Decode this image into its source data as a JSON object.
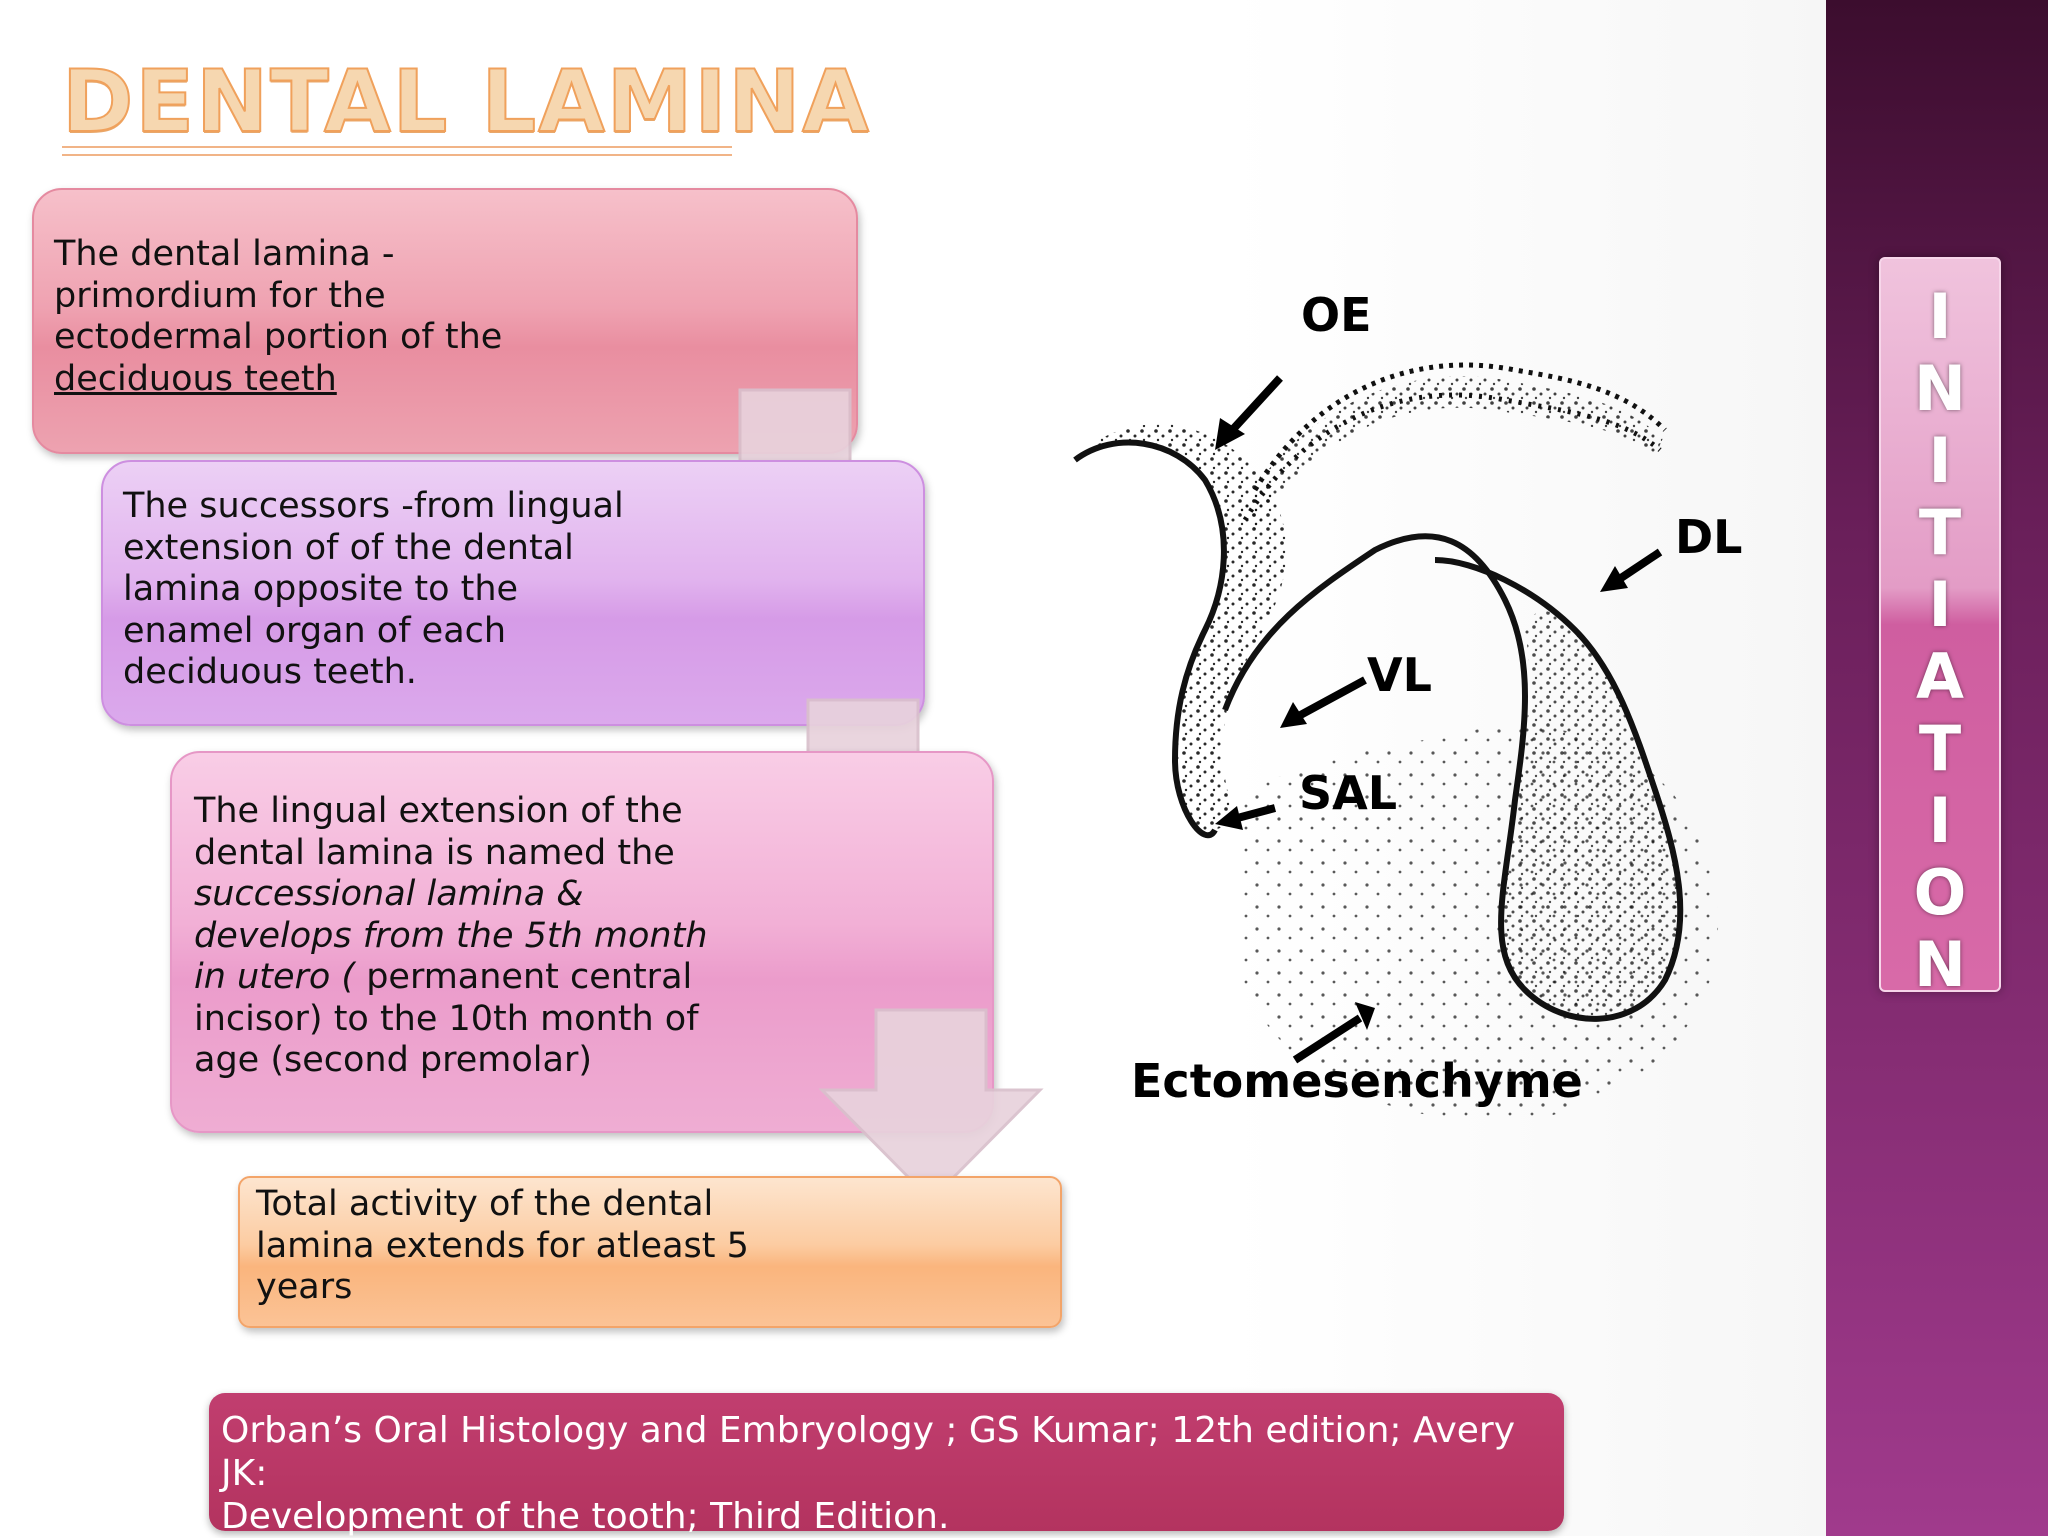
{
  "slide": {
    "title": "DENTAL LAMINA",
    "side_title_letters": [
      "I",
      "N",
      "I",
      "T",
      "I",
      "A",
      "T",
      "I",
      "O",
      "N"
    ]
  },
  "flow": {
    "box1": {
      "line1": "The dental lamina -",
      "line2": "primordium for the",
      "line3": "ectodermal portion of the",
      "line4": "deciduous teeth"
    },
    "box2": {
      "text": "The successors -from lingual\nextension of of the dental\nlamina opposite to the\nenamel organ of each\ndeciduous teeth."
    },
    "box3": {
      "line1": "The lingual extension of the",
      "line2": "dental lamina is named the",
      "italic1": "successional lamina &",
      "italic2": "develops from the 5th month",
      "italic3": "in utero (",
      "line5_rest": " permanent central",
      "line6": "incisor) to the 10th month of",
      "line7": "age (second premolar)"
    },
    "box4": {
      "text": "Total activity of the dental\nlamina extends for atleast 5\nyears"
    }
  },
  "figure": {
    "labels": {
      "oe": "OE",
      "dl": "DL",
      "vl": "VL",
      "sal": "SAL",
      "ecto": "Ectomesenchyme"
    }
  },
  "reference": {
    "text": "Orban’s Oral Histology and Embryology ; GS Kumar; 12th edition; Avery JK:\nDevelopment of the tooth; Third Edition."
  },
  "colors": {
    "title_fill": "#f6d7b0",
    "title_stroke": "#f0a15c",
    "band_top": "#3c0d2e",
    "band_bottom": "#a03a8c",
    "ref_box": "#b3335f"
  }
}
